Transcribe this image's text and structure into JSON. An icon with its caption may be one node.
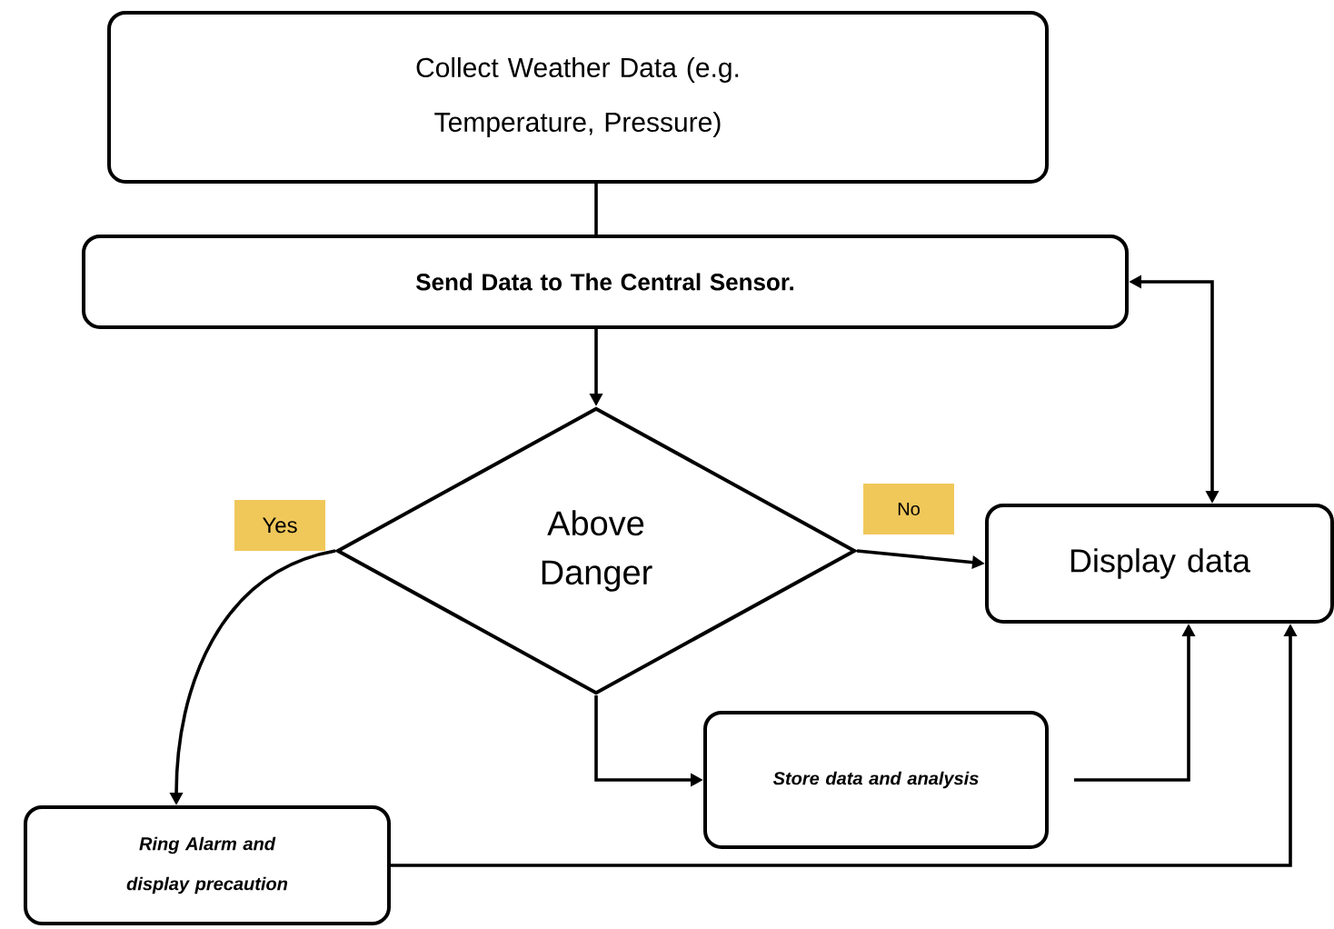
{
  "diagram": {
    "nodes": [
      {
        "text": [
          "Collect Weather Data (e.g. Temperature, Pressure)"
        ]
      },
      {
        "text": [
          "Send Data to The Central Sensor."
        ]
      },
      {
        "text": [
          "Above Danger"
        ]
      },
      {
        "text": [
          "Display data"
        ]
      },
      {
        "text": [
          "Store data and analysis"
        ]
      },
      {
        "text": [
          "Ring Alarm and display precaution"
        ]
      }
    ],
    "edges": [
      {
        "from": 0,
        "to": 1,
        "arrow": "none"
      },
      {
        "from": 1,
        "to": 2,
        "arrow": "to"
      },
      {
        "from": 2,
        "to": 3,
        "arrow": "to",
        "label": "No"
      },
      {
        "from": 2,
        "to": 5,
        "arrow": "to",
        "label": "Yes"
      },
      {
        "from": 2,
        "to": 4,
        "arrow": "to"
      },
      {
        "from": 4,
        "to": 3,
        "arrow": "to"
      },
      {
        "from": 5,
        "to": 3,
        "arrow": "to"
      },
      {
        "from": 3,
        "to": 1,
        "arrow": "both"
      }
    ]
  }
}
